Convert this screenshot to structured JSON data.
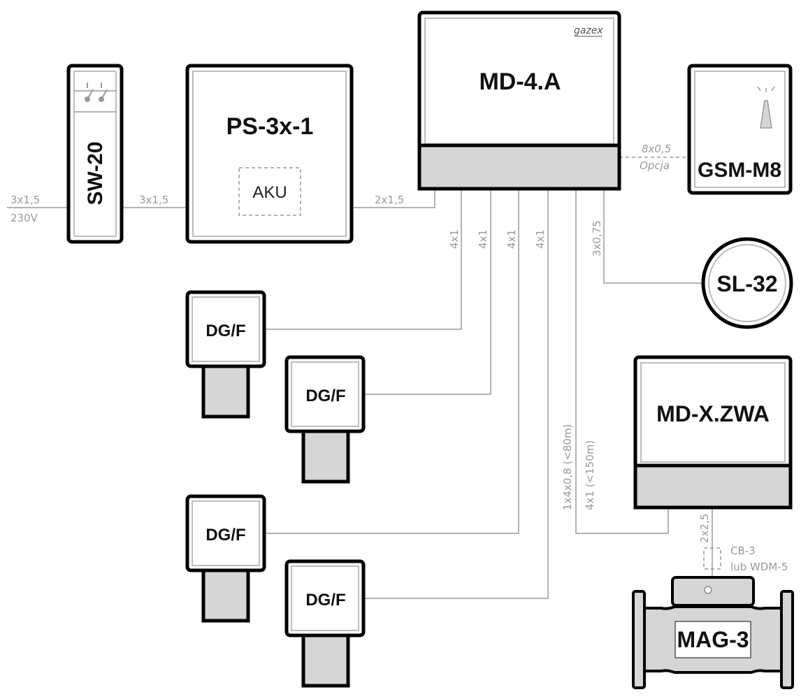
{
  "devices": {
    "sw20": "SW-20",
    "ps": "PS-3x-1",
    "aku": "AKU",
    "md4a": "MD-4.A",
    "brand": "gazex",
    "gsm": "GSM-M8",
    "sl32": "SL-32",
    "mdx": "MD-X.ZWA",
    "mag3": "MAG-3",
    "dgf": [
      "DG/F",
      "DG/F",
      "DG/F",
      "DG/F"
    ]
  },
  "wires": {
    "mains_1": "3x1,5",
    "mains_2": "230V",
    "sw_ps": "3x1,5",
    "ps_md": "2x1,5",
    "gsm_1": "8x0,5",
    "gsm_2": "Opcja",
    "dg": [
      "4x1",
      "4x1",
      "4x1",
      "4x1"
    ],
    "sl": "3x0,75",
    "mdx_a": "1x4x0,8 (<80m)",
    "mdx_b": "4x1 (<150m)",
    "mag": "2x2,5",
    "cb_1": "CB-3",
    "cb_2": "lub WDM-5"
  },
  "colors": {
    "outline": "#000000",
    "panel_grey": "#d6d6d6",
    "wire_grey": "#9a9a9a"
  }
}
